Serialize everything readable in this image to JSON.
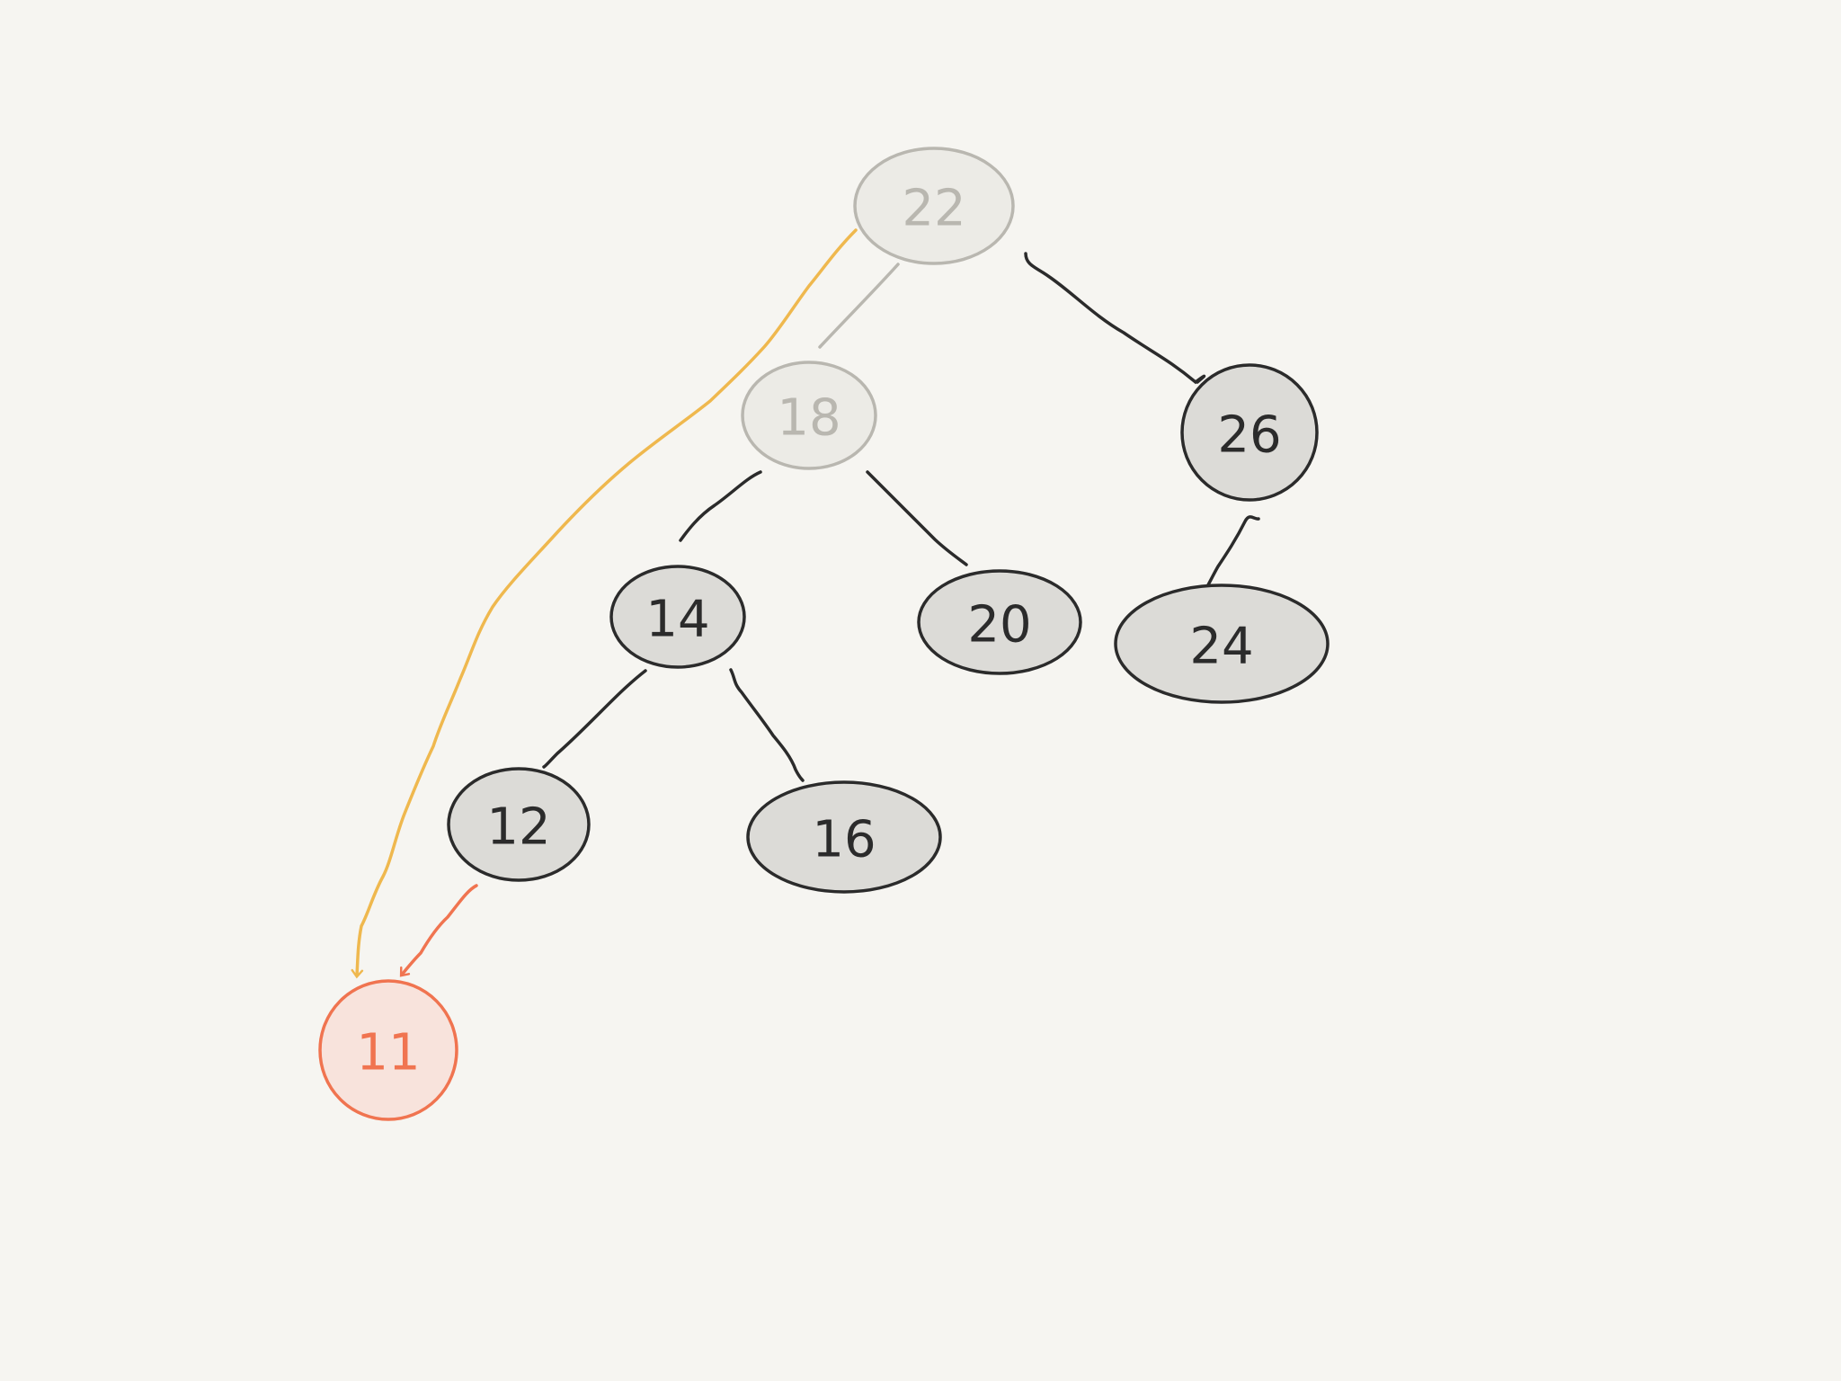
{
  "diagram": {
    "type": "binary-search-tree",
    "colors": {
      "background": "#f6f5f1",
      "node_fill": "#dcdbd7",
      "node_stroke": "#2b2b2b",
      "faded_fill": "#ecebe6",
      "faded_stroke": "#b9b7b0",
      "new_fill": "#f8e3dc",
      "new_stroke": "#f07450",
      "path_arrow": "#efb84e",
      "insert_arrow": "#f07450"
    },
    "nodes": [
      {
        "id": "n22",
        "label": "22",
        "state": "visited"
      },
      {
        "id": "n18",
        "label": "18",
        "state": "visited"
      },
      {
        "id": "n26",
        "label": "26",
        "state": "normal"
      },
      {
        "id": "n14",
        "label": "14",
        "state": "normal"
      },
      {
        "id": "n20",
        "label": "20",
        "state": "normal"
      },
      {
        "id": "n24",
        "label": "24",
        "state": "normal"
      },
      {
        "id": "n12",
        "label": "12",
        "state": "normal"
      },
      {
        "id": "n16",
        "label": "16",
        "state": "normal"
      },
      {
        "id": "n11",
        "label": "11",
        "state": "inserted"
      }
    ],
    "edges": [
      {
        "from": "n22",
        "to": "n18",
        "state": "visited"
      },
      {
        "from": "n22",
        "to": "n26",
        "state": "normal"
      },
      {
        "from": "n18",
        "to": "n14",
        "state": "normal"
      },
      {
        "from": "n18",
        "to": "n20",
        "state": "normal"
      },
      {
        "from": "n26",
        "to": "n24",
        "state": "normal"
      },
      {
        "from": "n14",
        "to": "n12",
        "state": "normal"
      },
      {
        "from": "n14",
        "to": "n16",
        "state": "normal"
      }
    ],
    "arrows": [
      {
        "from": "n22",
        "to": "n11",
        "kind": "search-path"
      },
      {
        "from": "n12",
        "to": "n11",
        "kind": "insert-link"
      }
    ]
  }
}
